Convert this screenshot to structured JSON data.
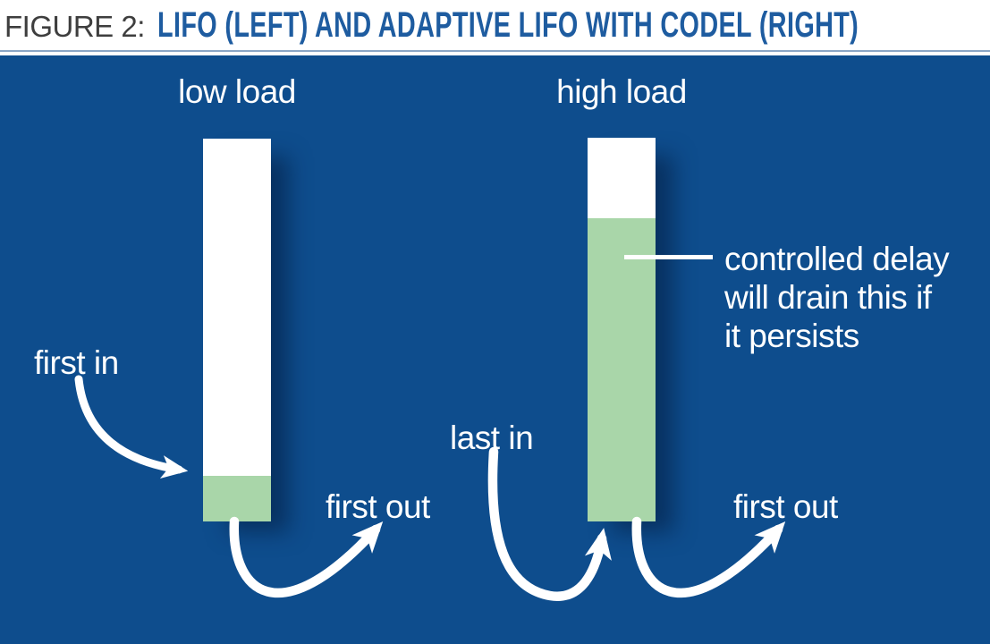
{
  "figure": {
    "label": "FIGURE 2:",
    "title": "LIFO (LEFT) AND ADAPTIVE LIFO WITH CODEL (RIGHT)"
  },
  "diagram": {
    "left_queue": {
      "load_label": "low load",
      "first_in_label": "first in",
      "first_out_label": "first out",
      "fill_percent": 12
    },
    "right_queue": {
      "load_label": "high load",
      "last_in_label": "last in",
      "first_out_label": "first out",
      "fill_percent": 79
    },
    "callout": {
      "line1": "controlled delay",
      "line2": "will drain this if",
      "line3": "it persists"
    },
    "colors": {
      "panel_background": "#0e4d8d",
      "queue_empty": "#ffffff",
      "queue_fill_green": "#a9d6a9",
      "title_blue": "#1e5ca0",
      "figure_label_gray": "#3e3e3e",
      "label_text": "#ffffff"
    }
  }
}
